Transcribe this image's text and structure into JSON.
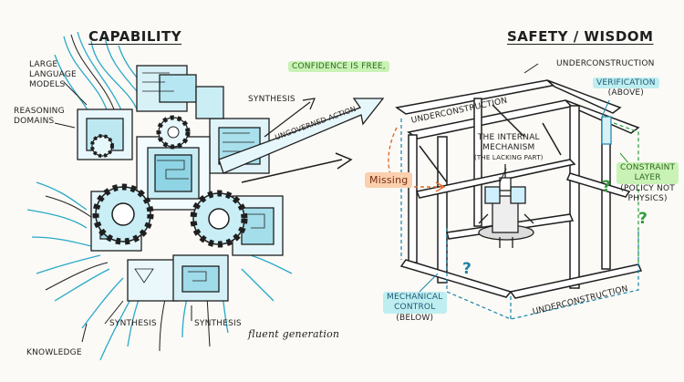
{
  "titles": {
    "left": "CAPABILITY",
    "right": "SAFETY / WISDOM"
  },
  "left_labels": {
    "large_language_models": "LARGE\nLANGUAGE\nMODELS",
    "reasoning_domains": "REASONING\nDOMAINS",
    "synthesis_top": "SYNTHESIS",
    "synthesis_bottom_left": "SYNTHESIS",
    "synthesis_bottom_right": "SYNTHESIS",
    "knowledge": "KNOWLEDGE",
    "fluent_generation": "fluent generation",
    "confidence_is_free": "CONFIDENCE IS FREE,",
    "ungoverned_action": "UNGOVERNED ACTION"
  },
  "right_labels": {
    "underconstruction_top": "UNDERCONSTRUCTION",
    "underconstruction_left": "UNDERCONSTRUCTION",
    "underconstruction_bottom": "UNDERCONSTRUCTION",
    "verification": "VERIFICATION",
    "verification_note": "(ABOVE)",
    "internal_mechanism": "THE INTERNAL\nMECHANISM",
    "internal_mechanism_note": "(THE LACKING PART)",
    "missing": "Missing",
    "constraint_layer": "CONSTRAINT\nLAYER",
    "constraint_layer_note": "(POLICY NOT\nPHYSICS)",
    "mechanical_control": "MECHANICAL\nCONTROL",
    "mechanical_control_note": "(BELOW)"
  },
  "question_marks": [
    "?",
    "?",
    "?"
  ],
  "colors": {
    "cyan": "#29a9c9",
    "ink": "#1f1f1f",
    "green": "#2f9a3c",
    "orange": "#e26a2c",
    "teal": "#1c83a8"
  }
}
